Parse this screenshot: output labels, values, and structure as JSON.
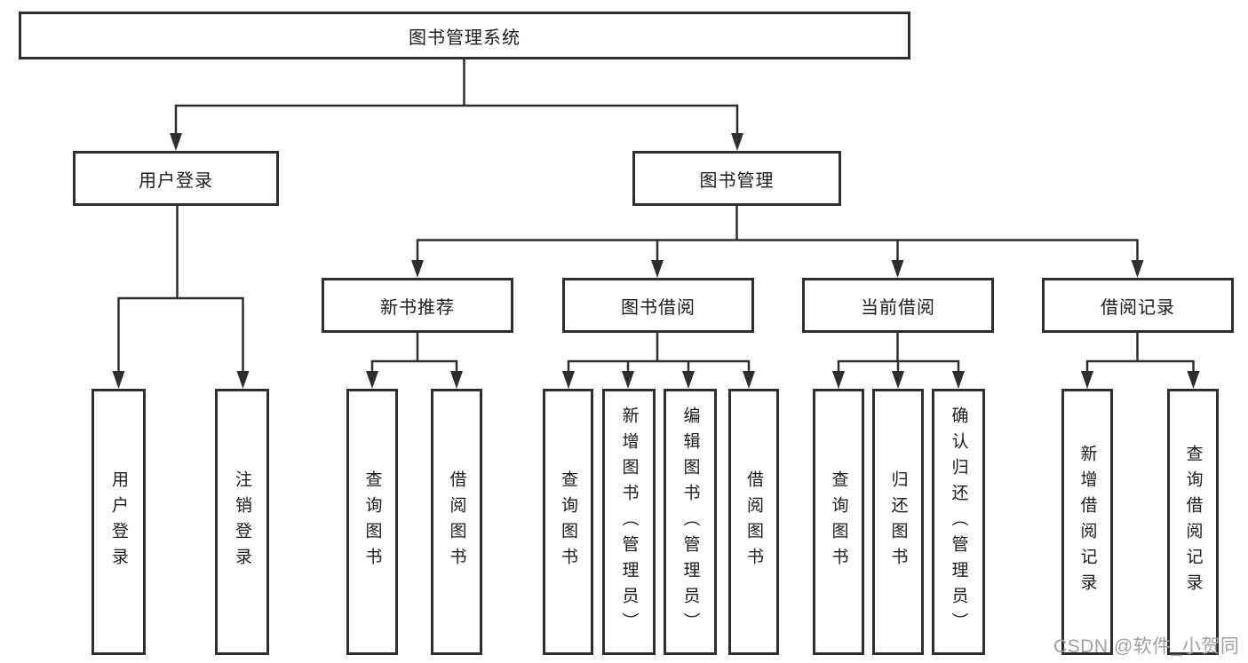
{
  "diagram": {
    "root": {
      "label": "图书管理系统"
    },
    "level2": [
      {
        "label": "用户登录"
      },
      {
        "label": "图书管理"
      }
    ],
    "level3": [
      {
        "label": "新书推荐"
      },
      {
        "label": "图书借阅"
      },
      {
        "label": "当前借阅"
      },
      {
        "label": "借阅记录"
      }
    ],
    "leaves": [
      {
        "label": "用户登录"
      },
      {
        "label": "注销登录"
      },
      {
        "label": "查询图书"
      },
      {
        "label": "借阅图书"
      },
      {
        "label": "查询图书"
      },
      {
        "label": "新增图书（管理员）"
      },
      {
        "label": "编辑图书（管理员）"
      },
      {
        "label": "借阅图书"
      },
      {
        "label": "查询图书"
      },
      {
        "label": "归还图书"
      },
      {
        "label": "确认归还（管理员）"
      },
      {
        "label": "新增借阅记录"
      },
      {
        "label": "查询借阅记录"
      }
    ]
  },
  "watermark": {
    "text": "CSDN @软件_小贺同学"
  },
  "colors": {
    "line": "#2e2e2e",
    "text": "#1c1c1c",
    "watermark": "#a0a0a0",
    "background": "#ffffff"
  }
}
